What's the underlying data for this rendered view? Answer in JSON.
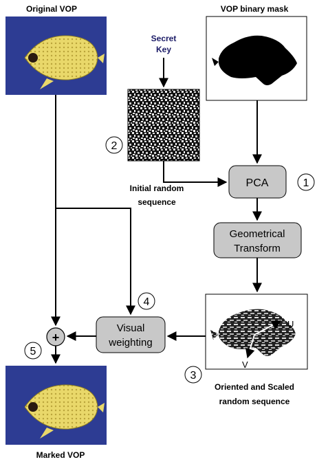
{
  "labels": {
    "original_vop": "Original VOP",
    "binary_mask": "VOP binary mask",
    "secret_key_line1": "Secret",
    "secret_key_line2": "Key",
    "initial_random_line1": "Initial random",
    "initial_random_line2": "sequence",
    "oriented_line1": "Oriented and Scaled",
    "oriented_line2": "random sequence",
    "marked_vop": "Marked VOP"
  },
  "boxes": {
    "pca": "PCA",
    "geometrical_line1": "Geometrical",
    "geometrical_line2": "Transform",
    "visual_line1": "Visual",
    "visual_line2": "weighting"
  },
  "adder_symbol": "+",
  "step_numbers": {
    "pca": "1",
    "random_sequence": "2",
    "oriented": "3",
    "visual_weighting": "4",
    "adder": "5"
  },
  "axis_labels": {
    "u": "U",
    "v": "V"
  },
  "colors": {
    "image_background": "#2d3c93",
    "box_fill": "#c8c8c8",
    "fish_yellow": "#e9d86a"
  }
}
